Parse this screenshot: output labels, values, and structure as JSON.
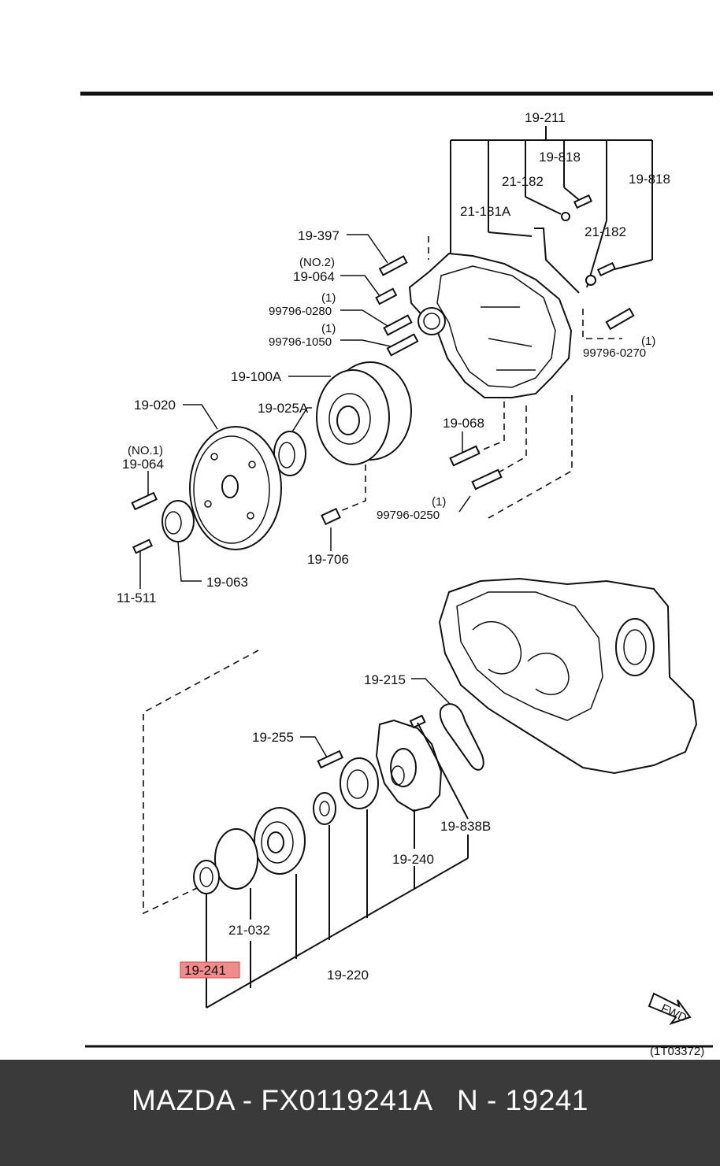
{
  "diagram": {
    "code": "(1T03372)",
    "arrow_label": "FWD",
    "highlight_color": "#f28b8b",
    "callouts": {
      "c19_211": "19-211",
      "c19_818_a": "19-818",
      "c19_818_b": "19-818",
      "c21_182_a": "21-182",
      "c21_182_b": "21-182",
      "c21_181a": "21-181A",
      "c19_397": "19-397",
      "no2": "(NO.2)",
      "c19_064_b": "19-064",
      "q1_a": "(1)",
      "c99796_0280": "99796-0280",
      "q1_b": "(1)",
      "c99796_1050": "99796-1050",
      "q1_c": "(1)",
      "c99796_0270": "99796-0270",
      "c19_100a": "19-100A",
      "c19_020": "19-020",
      "c19_025a": "19-025A",
      "c19_068": "19-068",
      "no1": "(NO.1)",
      "c19_064_a": "19-064",
      "q1_d": "(1)",
      "c99796_0250": "99796-0250",
      "c19_706": "19-706",
      "c19_063": "19-063",
      "c11_511": "11-511",
      "c19_215": "19-215",
      "c19_255": "19-255",
      "c19_838b": "19-838B",
      "c19_240": "19-240",
      "c21_032": "21-032",
      "c19_241": "19-241",
      "c19_220": "19-220"
    }
  },
  "footer": {
    "text": "MAZDA - FX0119241A   N - 19241"
  }
}
